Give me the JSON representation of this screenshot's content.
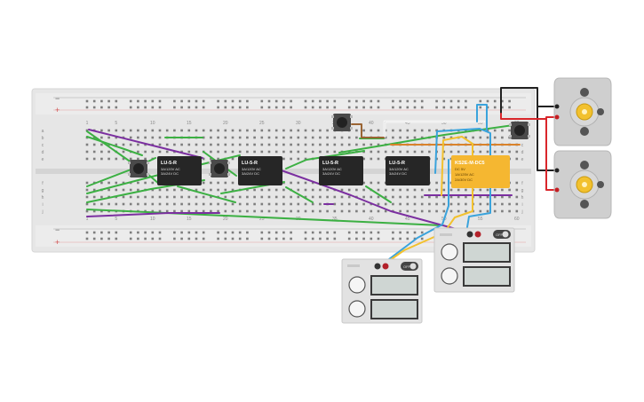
{
  "breadboard": {
    "column_numbers": [
      "1",
      "5",
      "10",
      "15",
      "20",
      "25",
      "30",
      "35",
      "40",
      "45",
      "50",
      "55",
      "60"
    ],
    "row_letters_top": [
      "a",
      "b",
      "c",
      "d",
      "e"
    ],
    "row_letters_bottom": [
      "f",
      "g",
      "h",
      "i",
      "j"
    ],
    "rail_minus": "−",
    "rail_plus": "+"
  },
  "relays": [
    {
      "model": "LU-5-R",
      "line1": "3A/120V AC",
      "line2": "3A/24V DC"
    },
    {
      "model": "LU-5-R",
      "line1": "3A/120V AC",
      "line2": "3A/24V DC"
    },
    {
      "model": "LU-5-R",
      "line1": "3A/120V AC",
      "line2": "3A/24V DC"
    },
    {
      "model": "LU-5-R",
      "line1": "3A/120V AC",
      "line2": "3A/24V DC"
    }
  ],
  "relay_ks2e": {
    "model": "KS2E-M-DC5",
    "line1": "DC 5V",
    "line2": "1A/125V AC",
    "line3": "2A/30V DC"
  },
  "power_supplies": [
    {
      "toggle": "OFF"
    },
    {
      "toggle": "OFF"
    }
  ],
  "colors": {
    "green": "#3cb043",
    "purple": "#7b2fa0",
    "blue": "#3aa3dc",
    "yellow": "#f2c12e",
    "orange": "#d9822b",
    "brown": "#9a6433",
    "red": "#d9262b",
    "black": "#222222",
    "board": "#e8e8e8",
    "relay_ks2e": "#f5b731"
  }
}
